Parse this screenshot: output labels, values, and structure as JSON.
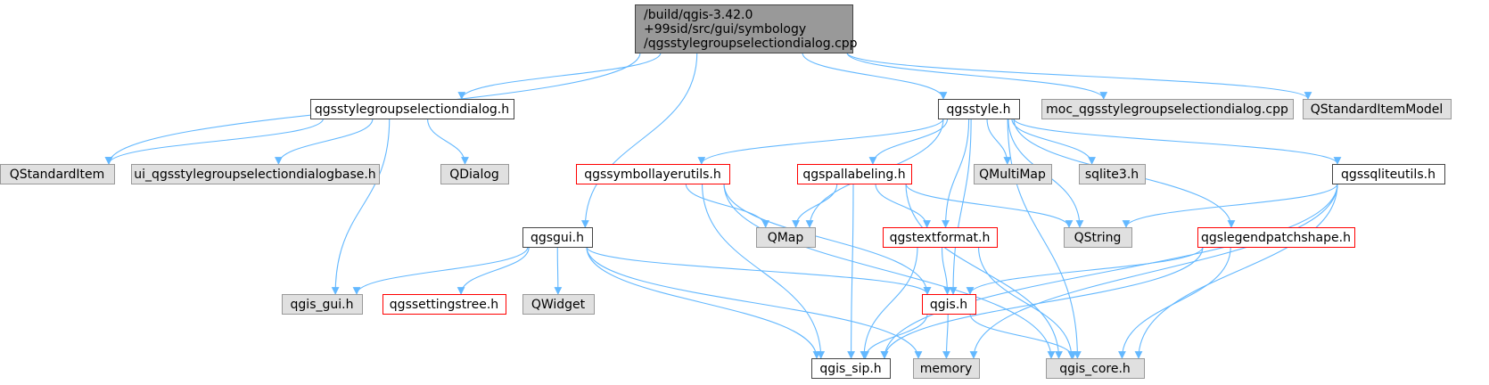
{
  "colors": {
    "root_fill": "#999999",
    "gray_fill": "#e0e0e0",
    "white_fill": "#ffffff",
    "border_black": "#444444",
    "border_gray": "#999999",
    "border_red": "#ff0000",
    "edge": "#63b8ff"
  },
  "nodes": [
    {
      "id": "root",
      "lines": [
        "/build/qgis-3.42.0",
        "+99sid/src/gui/symbology",
        "/qgsstylegroupselectiondialog.cpp"
      ],
      "style": "root"
    },
    {
      "id": "qgsstylegroupselectiondialog_h",
      "lines": [
        "qgsstylegroupselectiondialog.h"
      ],
      "style": "white"
    },
    {
      "id": "qgsgui_h",
      "lines": [
        "qgsgui.h"
      ],
      "style": "white"
    },
    {
      "id": "qgsstyle_h",
      "lines": [
        "qgsstyle.h"
      ],
      "style": "white"
    },
    {
      "id": "moc_cpp",
      "lines": [
        "moc_qgsstylegroupselectiondialog.cpp"
      ],
      "style": "gray"
    },
    {
      "id": "qstandarditemmodel",
      "lines": [
        "QStandardItemModel"
      ],
      "style": "gray"
    },
    {
      "id": "qstandarditem",
      "lines": [
        "QStandardItem"
      ],
      "style": "gray"
    },
    {
      "id": "ui_base_h",
      "lines": [
        "ui_qgsstylegroupselectiondialogbase.h"
      ],
      "style": "gray"
    },
    {
      "id": "qdialog",
      "lines": [
        "QDialog"
      ],
      "style": "gray"
    },
    {
      "id": "qgssymbollayerutils_h",
      "lines": [
        "qgssymbollayerutils.h"
      ],
      "style": "red"
    },
    {
      "id": "qgspallabeling_h",
      "lines": [
        "qgspallabeling.h"
      ],
      "style": "red"
    },
    {
      "id": "qmultimap",
      "lines": [
        "QMultiMap"
      ],
      "style": "gray"
    },
    {
      "id": "sqlite3_h",
      "lines": [
        "sqlite3.h"
      ],
      "style": "gray"
    },
    {
      "id": "qgssqliteutils_h",
      "lines": [
        "qgssqliteutils.h"
      ],
      "style": "white"
    },
    {
      "id": "qmap",
      "lines": [
        "QMap"
      ],
      "style": "gray"
    },
    {
      "id": "qgstextformat_h",
      "lines": [
        "qgstextformat.h"
      ],
      "style": "red"
    },
    {
      "id": "qstring",
      "lines": [
        "QString"
      ],
      "style": "gray"
    },
    {
      "id": "qgslegendpatchshape_h",
      "lines": [
        "qgslegendpatchshape.h"
      ],
      "style": "red"
    },
    {
      "id": "qgis_gui_h",
      "lines": [
        "qgis_gui.h"
      ],
      "style": "gray"
    },
    {
      "id": "qgssettingstree_h",
      "lines": [
        "qgssettingstree.h"
      ],
      "style": "red"
    },
    {
      "id": "qwidget",
      "lines": [
        "QWidget"
      ],
      "style": "gray"
    },
    {
      "id": "qgis_h",
      "lines": [
        "qgis.h"
      ],
      "style": "red"
    },
    {
      "id": "qgis_sip_h",
      "lines": [
        "qgis_sip.h"
      ],
      "style": "white"
    },
    {
      "id": "memory",
      "lines": [
        "memory"
      ],
      "style": "gray"
    },
    {
      "id": "qgis_core_h",
      "lines": [
        "qgis_core.h"
      ],
      "style": "gray"
    }
  ],
  "edges": [
    [
      "root",
      "qgsstylegroupselectiondialog_h"
    ],
    [
      "root",
      "qstandarditem"
    ],
    [
      "root",
      "qgsgui_h"
    ],
    [
      "root",
      "qgsstyle_h"
    ],
    [
      "root",
      "moc_cpp"
    ],
    [
      "root",
      "qstandarditemmodel"
    ],
    [
      "qgsstylegroupselectiondialog_h",
      "qstandarditem"
    ],
    [
      "qgsstylegroupselectiondialog_h",
      "ui_base_h"
    ],
    [
      "qgsstylegroupselectiondialog_h",
      "qdialog"
    ],
    [
      "qgsstylegroupselectiondialog_h",
      "qgis_gui_h"
    ],
    [
      "qgsgui_h",
      "qgis_gui_h"
    ],
    [
      "qgsgui_h",
      "qgssettingstree_h"
    ],
    [
      "qgsgui_h",
      "qwidget"
    ],
    [
      "qgsgui_h",
      "qgis_h"
    ],
    [
      "qgsgui_h",
      "qgis_sip_h"
    ],
    [
      "qgsgui_h",
      "memory"
    ],
    [
      "qgsstyle_h",
      "qgssymbollayerutils_h"
    ],
    [
      "qgsstyle_h",
      "qmap"
    ],
    [
      "qgsstyle_h",
      "qgspallabeling_h"
    ],
    [
      "qgsstyle_h",
      "qgstextformat_h"
    ],
    [
      "qgsstyle_h",
      "qmultimap"
    ],
    [
      "qgsstyle_h",
      "sqlite3_h"
    ],
    [
      "qgsstyle_h",
      "qstring"
    ],
    [
      "qgsstyle_h",
      "qgis_h"
    ],
    [
      "qgsstyle_h",
      "qgslegendpatchshape_h"
    ],
    [
      "qgsstyle_h",
      "qgssqliteutils_h"
    ],
    [
      "qgsstyle_h",
      "qgis_core_h"
    ],
    [
      "qgssymbollayerutils_h",
      "qmap"
    ],
    [
      "qgssymbollayerutils_h",
      "qgis_h"
    ],
    [
      "qgssymbollayerutils_h",
      "qgis_sip_h"
    ],
    [
      "qgssymbollayerutils_h",
      "qgis_core_h"
    ],
    [
      "qgspallabeling_h",
      "qmap"
    ],
    [
      "qgspallabeling_h",
      "qgstextformat_h"
    ],
    [
      "qgspallabeling_h",
      "qstring"
    ],
    [
      "qgspallabeling_h",
      "qgis_sip_h"
    ],
    [
      "qgspallabeling_h",
      "qgis_core_h"
    ],
    [
      "qgstextformat_h",
      "qgis_h"
    ],
    [
      "qgstextformat_h",
      "qgis_sip_h"
    ],
    [
      "qgstextformat_h",
      "qgis_core_h"
    ],
    [
      "qgslegendpatchshape_h",
      "qgis_h"
    ],
    [
      "qgslegendpatchshape_h",
      "qgis_sip_h"
    ],
    [
      "qgslegendpatchshape_h",
      "qgis_core_h"
    ],
    [
      "qgssqliteutils_h",
      "qstring"
    ],
    [
      "qgssqliteutils_h",
      "qgis_core_h"
    ],
    [
      "qgssqliteutils_h",
      "memory"
    ],
    [
      "qgssqliteutils_h",
      "qgis_sip_h"
    ],
    [
      "qgis_h",
      "qgis_sip_h"
    ],
    [
      "qgis_h",
      "memory"
    ],
    [
      "qgis_h",
      "qgis_core_h"
    ]
  ]
}
